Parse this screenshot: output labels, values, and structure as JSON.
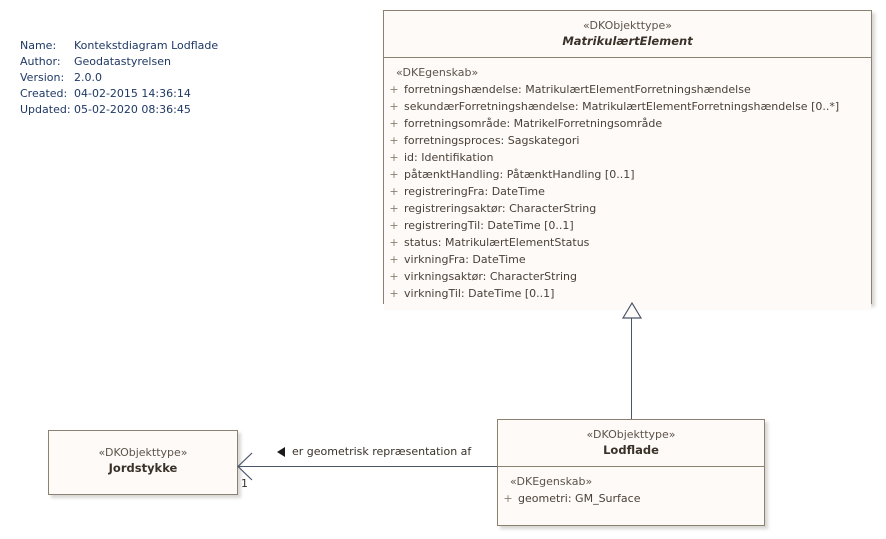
{
  "diagram": {
    "meta": {
      "rows": [
        {
          "key": "Name:",
          "value": "Kontekstdiagram Lodflade"
        },
        {
          "key": "Author:",
          "value": "Geodatastyrelsen"
        },
        {
          "key": "Version:",
          "value": "2.0.0"
        },
        {
          "key": "Created:",
          "value": "04-02-2015 14:36:14"
        },
        {
          "key": "Updated:",
          "value": "05-02-2020 08:36:45"
        }
      ]
    },
    "classes": {
      "matrikulaertElement": {
        "stereotype": "«DKObjekttype»",
        "name": "MatrikulærtElement",
        "compartment_stereotype": "«DKEgenskab»",
        "attributes": [
          {
            "visibility": "+",
            "text": "forretningshændelse: MatrikulærtElementForretningshændelse"
          },
          {
            "visibility": "+",
            "text": "sekundærForretningshændelse: MatrikulærtElementForretningshændelse [0..*]"
          },
          {
            "visibility": "+",
            "text": "forretningsområde: MatrikelForretningsområde"
          },
          {
            "visibility": "+",
            "text": "forretningsproces: Sagskategori"
          },
          {
            "visibility": "+",
            "text": "id: Identifikation"
          },
          {
            "visibility": "+",
            "text": "påtænktHandling: PåtænktHandling [0..1]"
          },
          {
            "visibility": "+",
            "text": "registreringFra: DateTime"
          },
          {
            "visibility": "+",
            "text": "registreringsaktør: CharacterString"
          },
          {
            "visibility": "+",
            "text": "registreringTil: DateTime [0..1]"
          },
          {
            "visibility": "+",
            "text": "status: MatrikulærtElementStatus"
          },
          {
            "visibility": "+",
            "text": "virkningFra: DateTime"
          },
          {
            "visibility": "+",
            "text": "virkningsaktør: CharacterString"
          },
          {
            "visibility": "+",
            "text": "virkningTil: DateTime [0..1]"
          }
        ]
      },
      "lodflade": {
        "stereotype": "«DKObjekttype»",
        "name": "Lodflade",
        "compartment_stereotype": "«DKEgenskab»",
        "attributes": [
          {
            "visibility": "+",
            "text": "geometri: GM_Surface"
          }
        ]
      },
      "jordstykke": {
        "stereotype": "«DKObjekttype»",
        "name": "Jordstykke"
      }
    },
    "connectors": {
      "generalization": {
        "label": "",
        "source": "Lodflade",
        "target": "MatrikulærtElement"
      },
      "association": {
        "label": "er geometrisk repræsentation af",
        "source_multiplicity": "1",
        "source": "Lodflade",
        "target": "Jordstykke"
      }
    },
    "colors": {
      "class_fill": "#fdfaf7",
      "class_border": "#8a8172",
      "connector": "#4a5568",
      "meta_text": "#1f3864",
      "stereotype_text": "#5d534a"
    }
  }
}
